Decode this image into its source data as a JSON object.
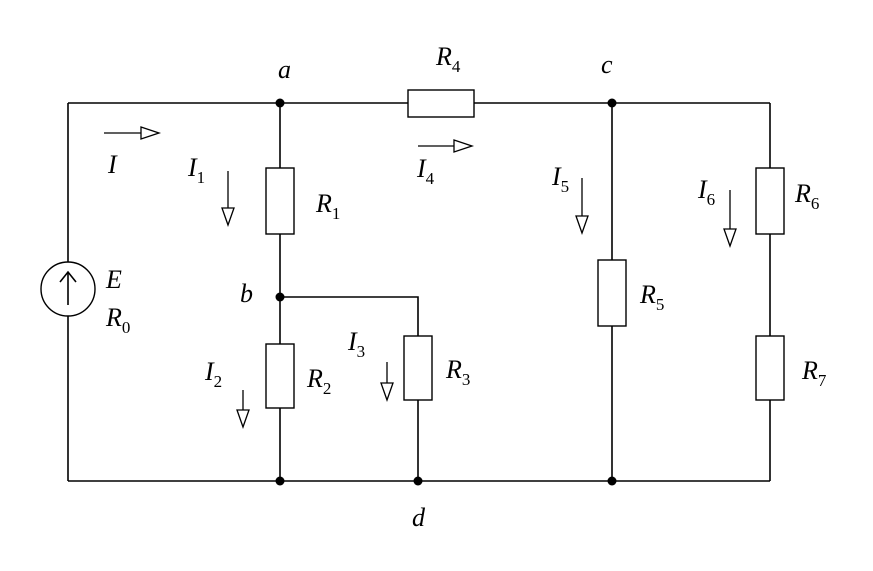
{
  "nodes": {
    "a": "a",
    "b": "b",
    "c": "c",
    "d": "d"
  },
  "source": {
    "emf": "E",
    "resistance": {
      "main": "R",
      "sub": "0"
    }
  },
  "resistors": [
    {
      "main": "R",
      "sub": "1"
    },
    {
      "main": "R",
      "sub": "2"
    },
    {
      "main": "R",
      "sub": "3"
    },
    {
      "main": "R",
      "sub": "4"
    },
    {
      "main": "R",
      "sub": "5"
    },
    {
      "main": "R",
      "sub": "6"
    },
    {
      "main": "R",
      "sub": "7"
    }
  ],
  "currents": [
    {
      "main": "I",
      "sub": ""
    },
    {
      "main": "I",
      "sub": "1"
    },
    {
      "main": "I",
      "sub": "2"
    },
    {
      "main": "I",
      "sub": "3"
    },
    {
      "main": "I",
      "sub": "4"
    },
    {
      "main": "I",
      "sub": "5"
    },
    {
      "main": "I",
      "sub": "6"
    }
  ]
}
